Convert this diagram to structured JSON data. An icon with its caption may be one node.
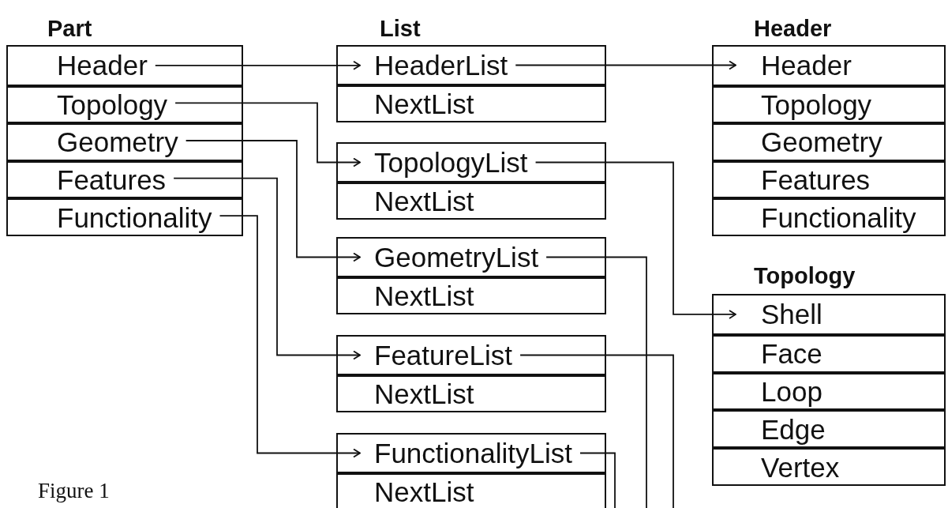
{
  "diagram": {
    "caption": "Figure 1",
    "nodes": [
      {
        "text": [
          "Part"
        ]
      },
      {
        "text": [
          "Header"
        ],
        "in": 0
      },
      {
        "text": [
          "Topology"
        ],
        "in": 0
      },
      {
        "text": [
          "Geometry"
        ],
        "in": 0
      },
      {
        "text": [
          "Features"
        ],
        "in": 0
      },
      {
        "text": [
          "Functionality"
        ],
        "in": 0
      },
      {
        "text": [],
        "shape": "box"
      },
      {
        "text": [
          "HeaderList"
        ],
        "in": 6
      },
      {
        "text": [
          "NextList"
        ],
        "in": 6
      },
      {
        "text": [],
        "shape": "box"
      },
      {
        "text": [
          "TopologyList"
        ],
        "in": 9
      },
      {
        "text": [
          "NextList"
        ],
        "in": 9
      },
      {
        "text": [],
        "shape": "box"
      },
      {
        "text": [
          "GeometryList"
        ],
        "in": 12
      },
      {
        "text": [
          "NextList"
        ],
        "in": 12
      },
      {
        "text": [],
        "shape": "box"
      },
      {
        "text": [
          "FeatureList"
        ],
        "in": 15
      },
      {
        "text": [
          "NextList"
        ],
        "in": 15
      },
      {
        "text": [],
        "shape": "box"
      },
      {
        "text": [
          "FunctionalityList"
        ],
        "in": 18
      },
      {
        "text": [
          "NextList"
        ],
        "in": 18
      },
      {
        "text": [
          "Header"
        ]
      },
      {
        "text": [
          "Header"
        ],
        "in": 21
      },
      {
        "text": [
          "Topology"
        ],
        "in": 21
      },
      {
        "text": [
          "Geometry"
        ],
        "in": 21
      },
      {
        "text": [
          "Features"
        ],
        "in": 21
      },
      {
        "text": [
          "Functionality"
        ],
        "in": 21
      },
      {
        "text": [
          "Topology"
        ]
      },
      {
        "text": [
          "Shell"
        ],
        "in": 27
      },
      {
        "text": [
          "Face"
        ],
        "in": 27
      },
      {
        "text": [
          "Loop"
        ],
        "in": 27
      },
      {
        "text": [
          "Edge"
        ],
        "in": 27
      },
      {
        "text": [
          "Vertex"
        ],
        "in": 27
      }
    ],
    "edges": [
      {
        "from": 1,
        "to": 7,
        "arrow": "to"
      },
      {
        "from": 2,
        "to": 10,
        "arrow": "to"
      },
      {
        "from": 3,
        "to": 13,
        "arrow": "to"
      },
      {
        "from": 4,
        "to": 16,
        "arrow": "to"
      },
      {
        "from": 5,
        "to": 19,
        "arrow": "to"
      },
      {
        "from": 7,
        "to": 22,
        "arrow": "to"
      },
      {
        "from": 10,
        "to": 28,
        "arrow": "to"
      },
      {
        "from": 13,
        "to": null,
        "arrow": "none"
      },
      {
        "from": 16,
        "to": null,
        "arrow": "none"
      },
      {
        "from": 19,
        "to": null,
        "arrow": "none"
      }
    ],
    "labels": [
      "List"
    ]
  }
}
